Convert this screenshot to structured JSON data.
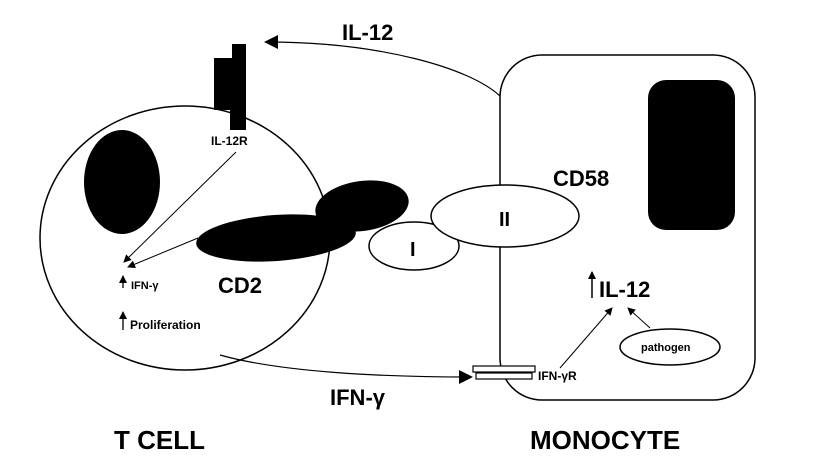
{
  "labels": {
    "il12_top": "IL-12",
    "il12r": "IL-12R",
    "cd58": "CD58",
    "domain_ii": "II",
    "domain_i": "I",
    "cd2": "CD2",
    "ifn_gamma_small": "IFN-γ",
    "proliferation": "Proliferation",
    "il12_monocyte": "IL-12",
    "pathogen": "pathogen",
    "ifn_gamma_r": "IFN-γR",
    "ifn_gamma_bottom": "IFN-γ",
    "t_cell": "T CELL",
    "monocyte": "MONOCYTE"
  },
  "colors": {
    "fill": "#000000",
    "stroke": "#000000",
    "background": "#ffffff"
  }
}
